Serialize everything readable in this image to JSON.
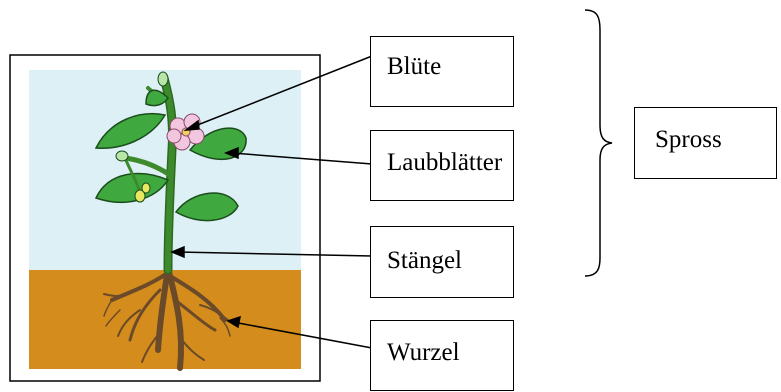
{
  "labels": {
    "bluete": "Blüte",
    "laubblaetter": "Laubblätter",
    "staengel": "Stängel",
    "wurzel": "Wurzel",
    "spross": "Spross"
  },
  "colors": {
    "sky": "#dcf0f5",
    "soil": "#d48c1c",
    "leaf": "#3fa83f",
    "leaf_outline": "#1c4d1c",
    "stem": "#3d8a2c",
    "flower": "#f3c6e0",
    "root": "#6b4a2a"
  }
}
